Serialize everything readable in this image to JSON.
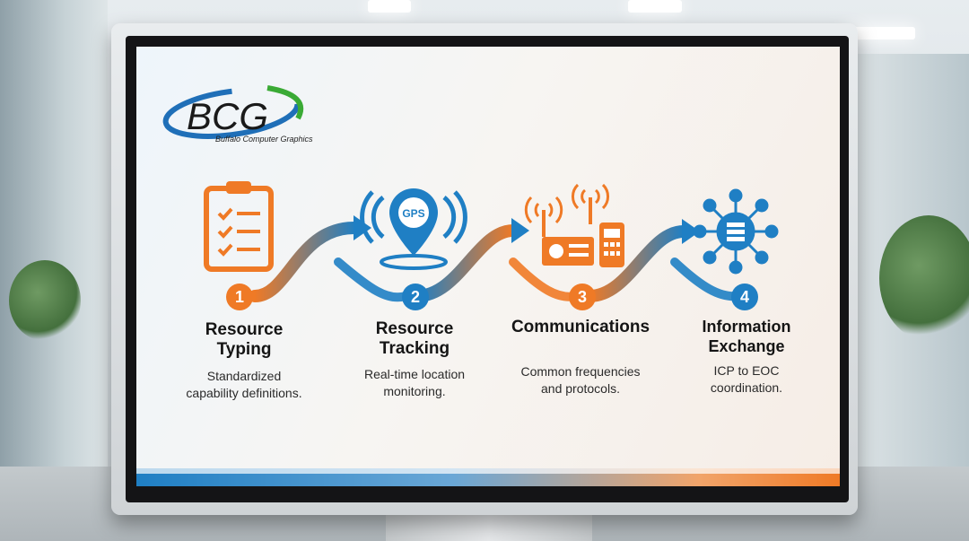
{
  "logo": {
    "text": "BCG",
    "subtitle": "Buffalo Computer Graphics"
  },
  "steps": [
    {
      "number": "1",
      "title_line1": "Resource",
      "title_line2": "Typing",
      "desc_line1": "Standardized",
      "desc_line2": "capability definitions.",
      "icon": "clipboard-checklist-icon",
      "color": "#ef7a26"
    },
    {
      "number": "2",
      "title_line1": "Resource",
      "title_line2": "Tracking",
      "desc_line1": "Real-time location",
      "desc_line2": "monitoring.",
      "icon": "gps-pin-icon",
      "icon_label": "GPS",
      "color": "#1f7fc4"
    },
    {
      "number": "3",
      "title_line1": "Communications",
      "title_line2": "",
      "desc_line1": "Common frequencies",
      "desc_line2": "and protocols.",
      "icon": "radio-transceiver-icon",
      "color": "#ef7a26"
    },
    {
      "number": "4",
      "title_line1": "Information",
      "title_line2": "Exchange",
      "desc_line1": "ICP to EOC",
      "desc_line2": "coordination.",
      "icon": "network-hub-icon",
      "color": "#1f7fc4"
    }
  ],
  "colors": {
    "orange": "#ef7a26",
    "blue": "#1f7fc4",
    "bezel": "#141416"
  }
}
